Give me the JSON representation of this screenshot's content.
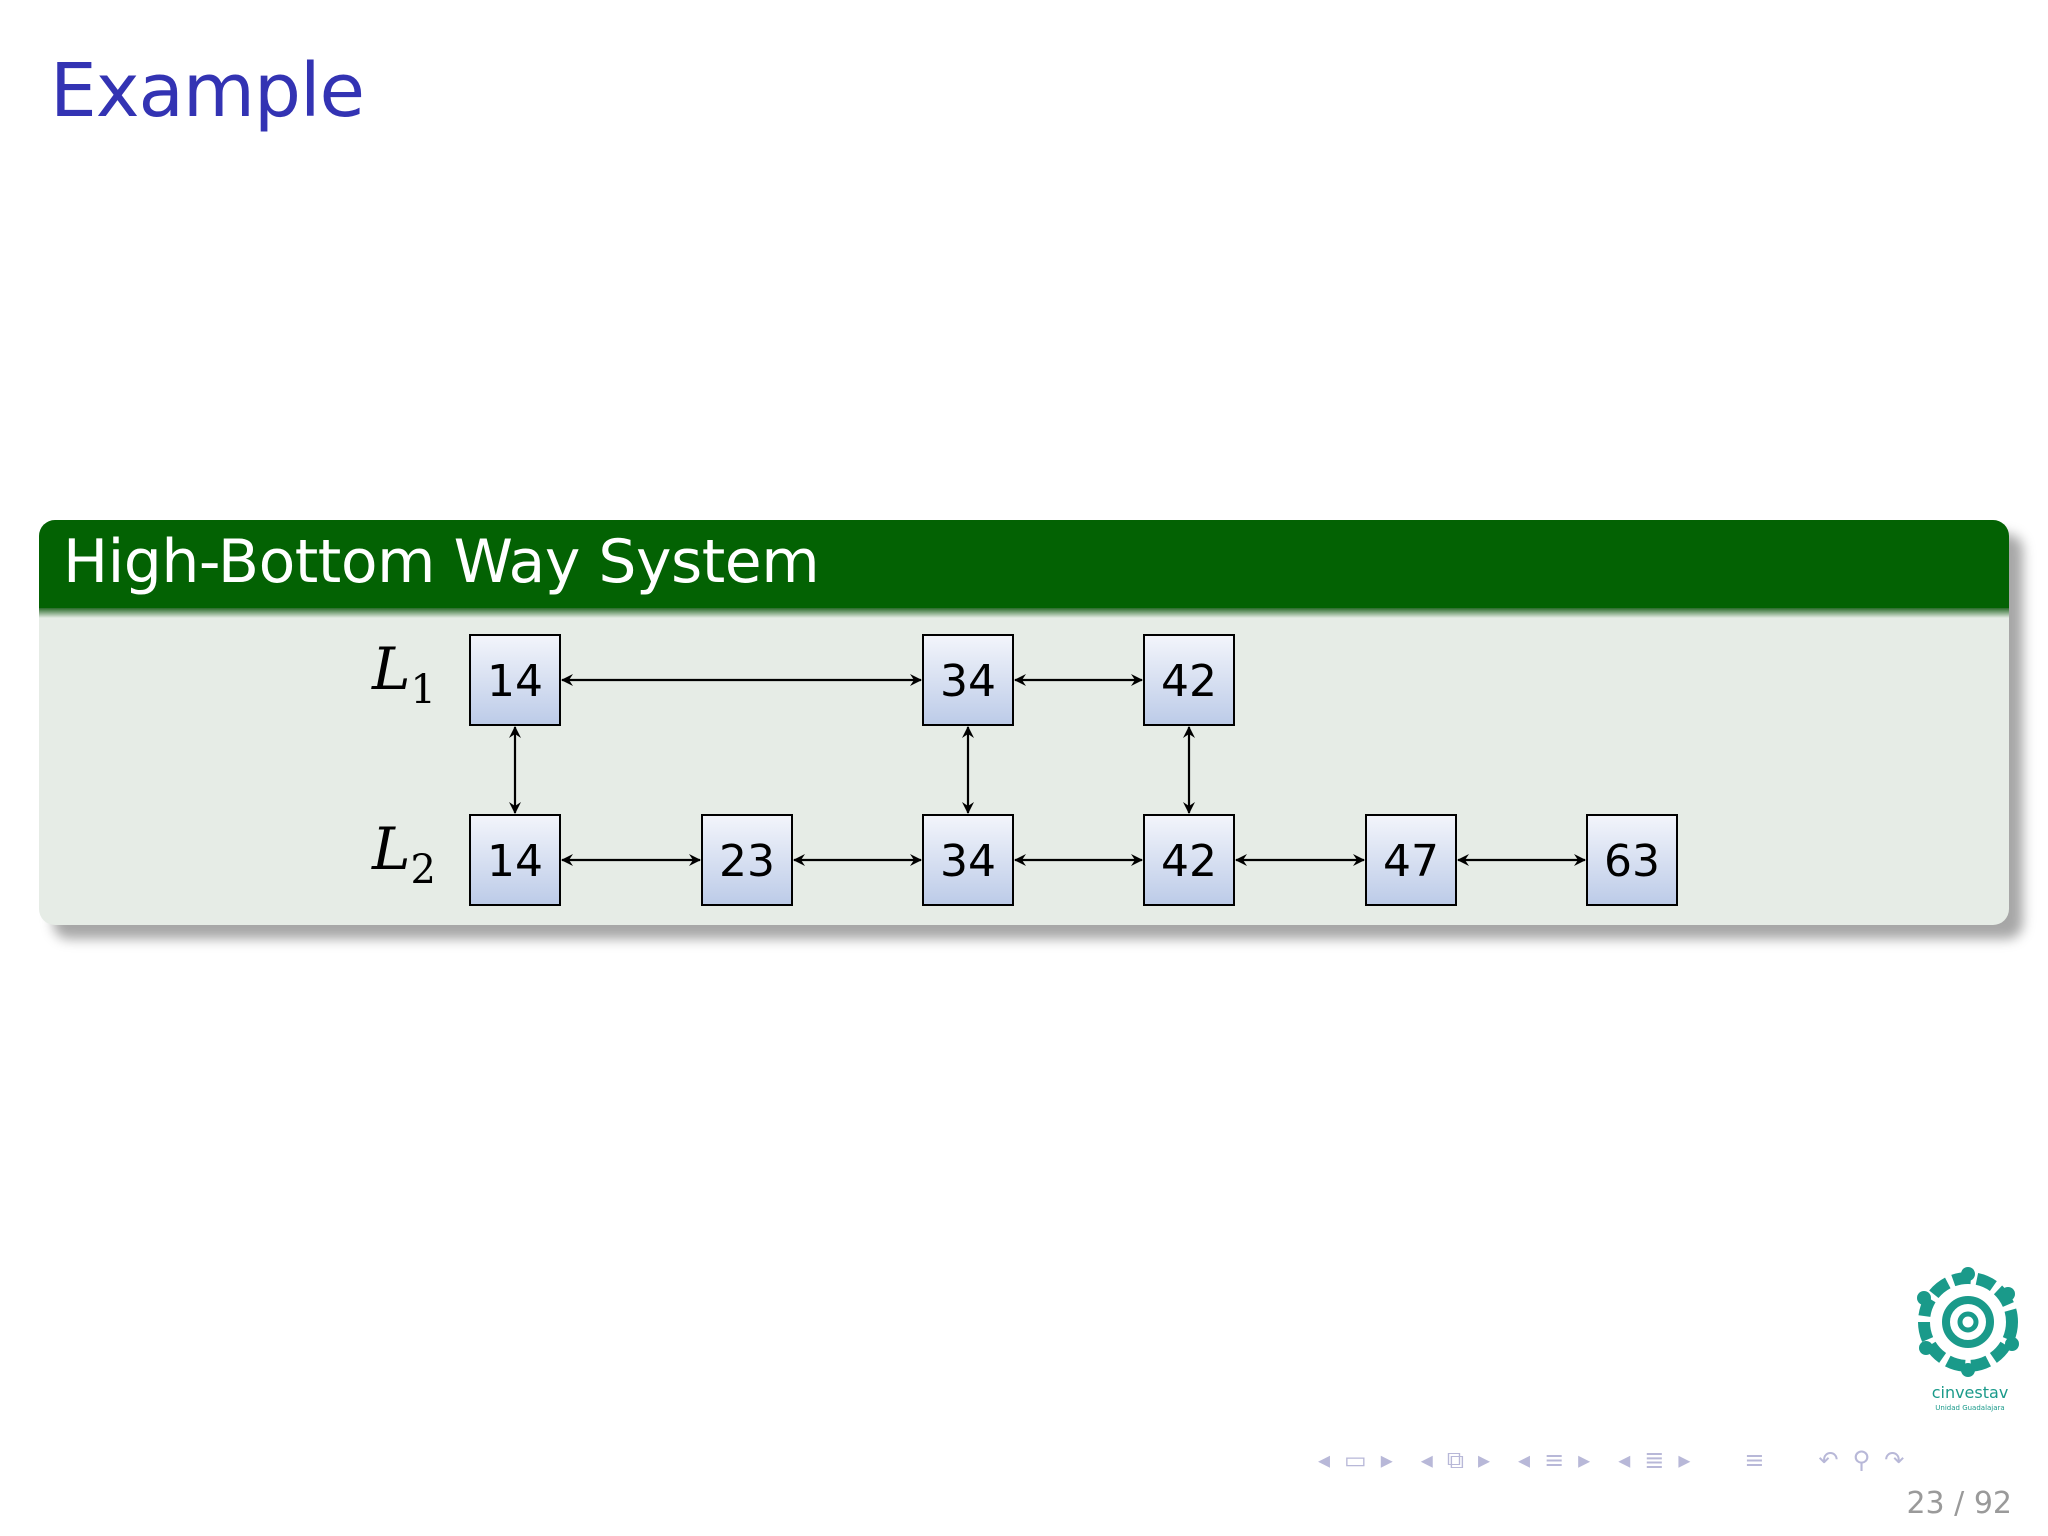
{
  "slide": {
    "title": "Example",
    "page_number": "23 / 92"
  },
  "block": {
    "title": "High-Bottom Way System"
  },
  "diagram": {
    "levels": [
      {
        "letter": "L",
        "sub": "1",
        "nodes": [
          "14",
          "34",
          "42"
        ]
      },
      {
        "letter": "L",
        "sub": "2",
        "nodes": [
          "14",
          "23",
          "34",
          "42",
          "47",
          "63"
        ]
      }
    ],
    "horizontal_links": [
      [
        "L1-14",
        "L1-34"
      ],
      [
        "L1-34",
        "L1-42"
      ],
      [
        "L2-14",
        "L2-23"
      ],
      [
        "L2-23",
        "L2-34"
      ],
      [
        "L2-34",
        "L2-42"
      ],
      [
        "L2-42",
        "L2-47"
      ],
      [
        "L2-47",
        "L2-63"
      ]
    ],
    "vertical_links": [
      [
        "L1-14",
        "L2-14"
      ],
      [
        "L1-34",
        "L2-34"
      ],
      [
        "L1-42",
        "L2-42"
      ]
    ],
    "colors": {
      "node_top": "#f3f5fb",
      "node_bottom": "#bccbe8",
      "edge": "#000000"
    }
  },
  "footer": {
    "logo_text": "cinvestav",
    "logo_subtext": "Unidad Guadalajara",
    "logo_color": "#1a9a8a",
    "nav_icons": [
      "prev-arrow-icon",
      "frame-icon",
      "next-arrow-icon",
      "prev-arrow-icon",
      "subsection-icon",
      "next-arrow-icon",
      "prev-arrow-icon",
      "section-icon",
      "next-arrow-icon",
      "prev-arrow-icon",
      "toc-icon",
      "next-arrow-icon",
      "align-icon",
      "undo-icon",
      "search-icon",
      "redo-icon"
    ]
  }
}
